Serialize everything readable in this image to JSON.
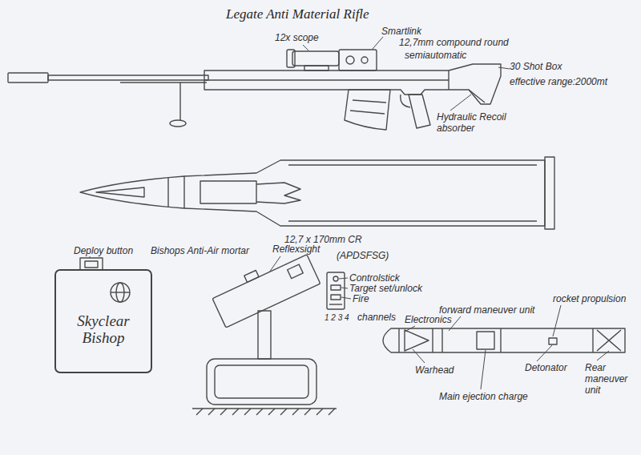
{
  "diagram": {
    "title": "Legate Anti Material Rifle",
    "nodes": [
      {
        "text": [
          "Skyclear Bishop"
        ]
      }
    ],
    "labels": [
      "12x scope",
      "Smartlink",
      "12,7mm compound round",
      "semiautomatic",
      "30 Shot Box",
      "effective range:2000mt",
      "Hydraulic Recoil absorber",
      "12,7 x 170mm CR",
      "(APDSFSG)",
      "Deploy button",
      "Bishops Anti-Air mortar",
      "Reflexsight",
      "Controlstick",
      "Target set/unlock",
      "Fire",
      "1 2 3 4",
      "channels",
      "Electronics",
      "forward maneuver unit",
      "rocket propulsion",
      "Warhead",
      "Main ejection charge",
      "Detonator",
      "Rear maneuver unit"
    ]
  }
}
